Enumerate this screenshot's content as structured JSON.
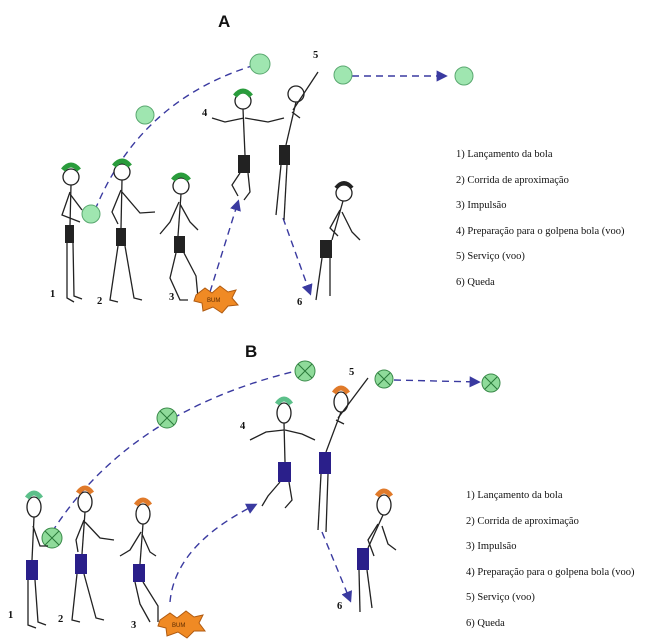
{
  "panels": [
    {
      "title": "A",
      "legend": [
        "1) Lançamento da bola",
        "2) Corrida de aproximação",
        "3) Impulsão",
        "4) Preparação para o golpena bola (voo)",
        "5) Serviço (voo)",
        "6) Queda"
      ],
      "numbers": [
        "1",
        "2",
        "3",
        "4",
        "5",
        "6"
      ],
      "impact_text": "BUM"
    },
    {
      "title": "B",
      "legend": [
        "1) Lançamento da bola",
        "2) Corrida de aproximação",
        "3) Impulsão",
        "4) Preparação para o golpena bola (voo)",
        "5) Serviço (voo)",
        "6) Queda"
      ],
      "numbers": [
        "1",
        "2",
        "3",
        "4",
        "5",
        "6"
      ],
      "impact_text": "BUM"
    }
  ],
  "colors": {
    "ball_a": "#9fe6b0",
    "ball_b": "#8fdb9a",
    "hair_a": "#2a9c3c",
    "hair_b_green": "#5cc08a",
    "hair_b_orange": "#e07a2a",
    "shorts_a": "#222222",
    "shorts_b": "#2a1f8a",
    "trajectory": "#3a3aa0",
    "impact": "#f08a24"
  }
}
